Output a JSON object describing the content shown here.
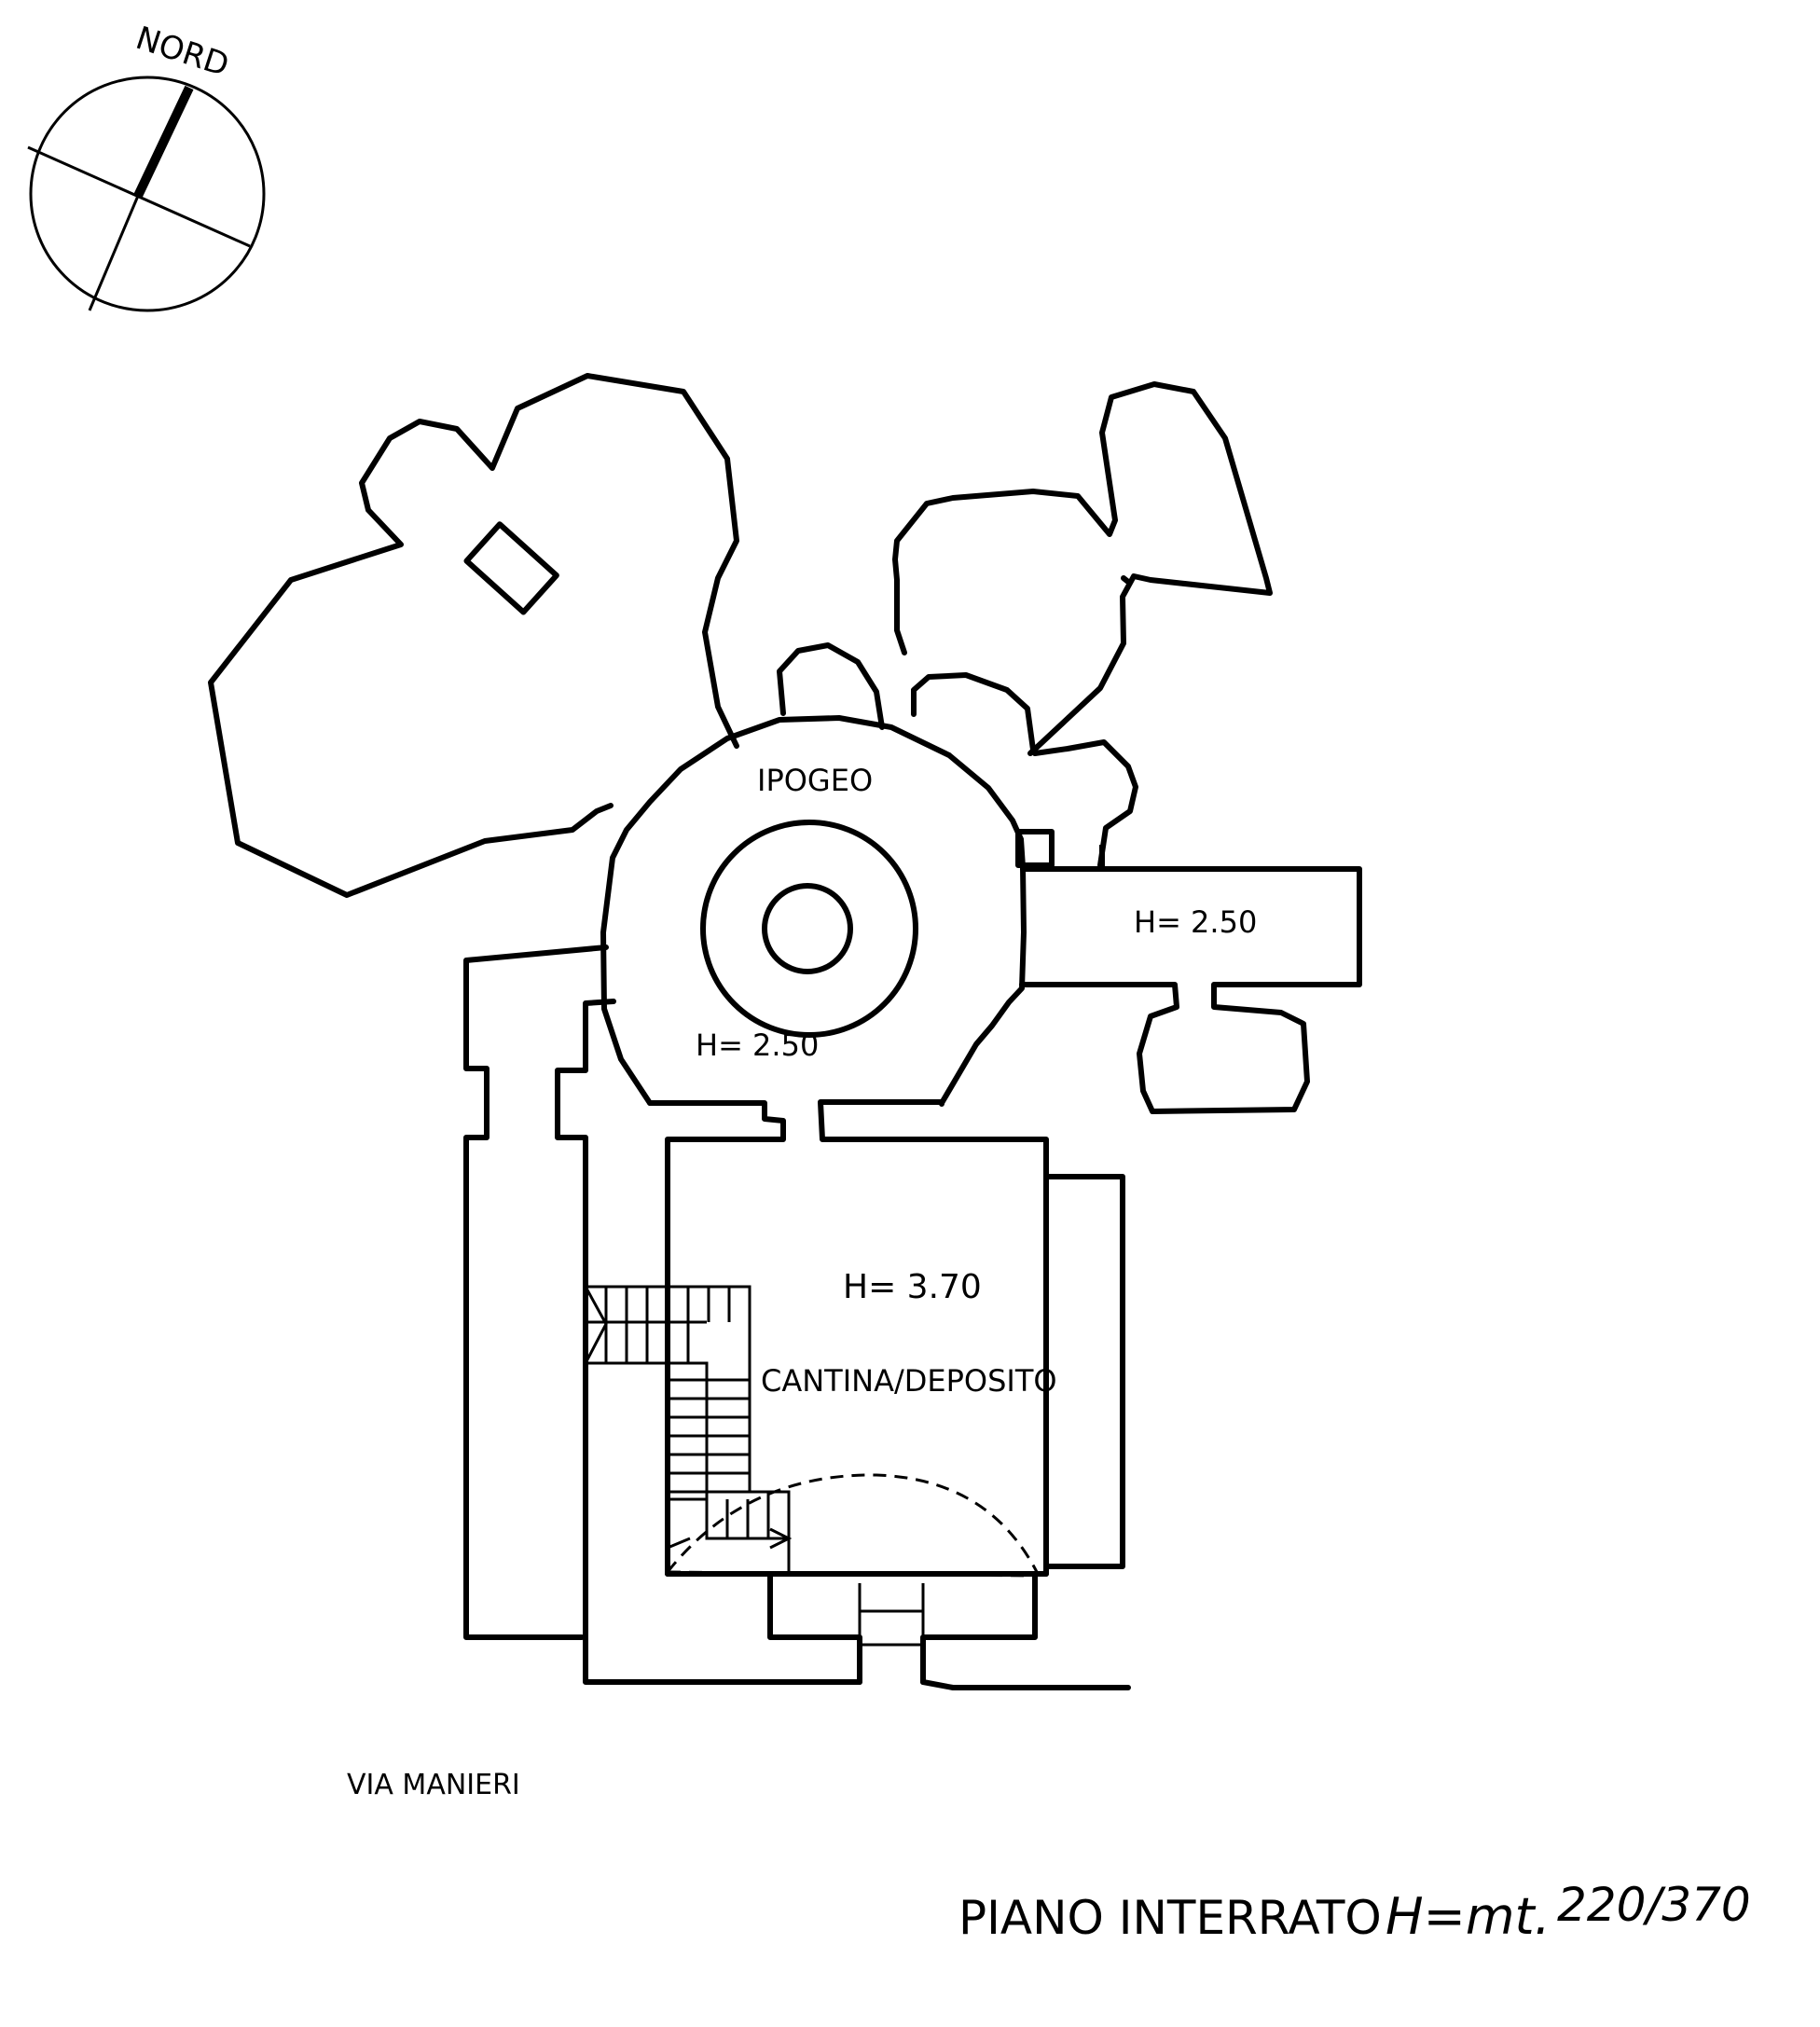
{
  "compass": {
    "label": "NORD"
  },
  "rooms": {
    "ipogeo": {
      "name": "IPOGEO",
      "height": "H= 2.50"
    },
    "corridor": {
      "height": "H= 2.50"
    },
    "cantina": {
      "name": "CANTINA/DEPOSITO",
      "height": "H= 3.70"
    }
  },
  "street": "VIA MANIERI",
  "title": {
    "floor": "PIANO INTERRATO",
    "height_prefix": "H=mt.",
    "height_values": "220/370"
  },
  "colors": {
    "ink": "#000000",
    "paper": "#ffffff"
  }
}
